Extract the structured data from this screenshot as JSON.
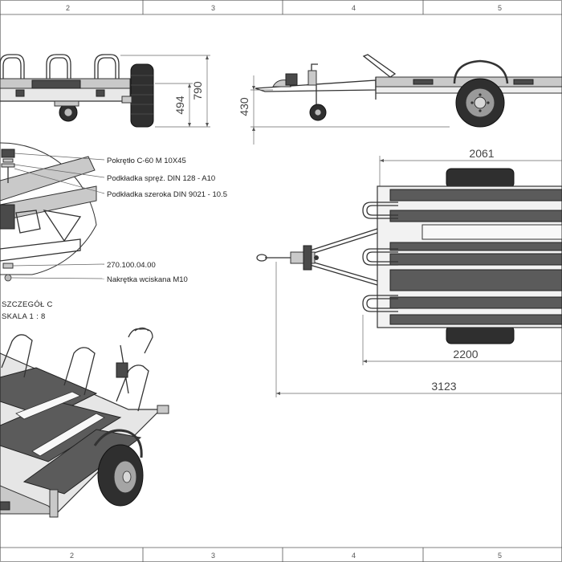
{
  "border": {
    "top_numbers": [
      "2",
      "3",
      "4",
      "5"
    ],
    "bottom_numbers": [
      "2",
      "3",
      "4",
      "5"
    ]
  },
  "dimensions": {
    "height_494": "494",
    "height_790": "790",
    "height_430": "430",
    "width_2061": "2061",
    "width_2200": "2200",
    "length_3123": "3123"
  },
  "callouts": {
    "knob": "Pokrętło C-60 M 10X45",
    "spring_washer": "Podkładka spręż. DIN 128 - A10",
    "wide_washer": "Podkładka szeroka DIN 9021 - 10.5",
    "part_number": "270.100.04.00",
    "press_nut": "Nakrętka wciskana M10"
  },
  "detail": {
    "name": "SZCZEGÓŁ C",
    "scale": "SKALA 1 : 8"
  },
  "colors": {
    "line": "#333333",
    "deck": "#5b5b5b",
    "tire": "#2f2f2f",
    "metal": "#c9c9c9"
  }
}
